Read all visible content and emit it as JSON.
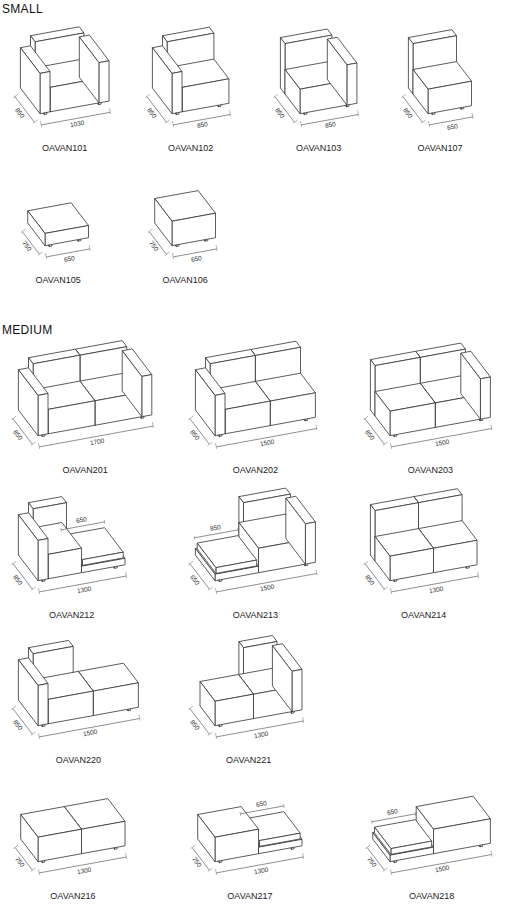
{
  "diagram": {
    "labels": [
      "SMALL",
      "850",
      "1030",
      "OAVAN101",
      "850",
      "850",
      "OAVAN102",
      "850",
      "850",
      "OAVAN103",
      "850",
      "650",
      "OAVAN107",
      "750",
      "650",
      "OAVAN105",
      "750",
      "650",
      "OAVAN106",
      "MEDIUM",
      "850",
      "1700",
      "OAVAN201",
      "850",
      "1500",
      "OAVAN202",
      "850",
      "1500",
      "OAVAN203",
      "850",
      "650",
      "1300",
      "OAVAN212",
      "650",
      "850",
      "1500",
      "OAVAN213",
      "850",
      "1300",
      "OAVAN214",
      "850",
      "1500",
      "OAVAN220",
      "850",
      "1300",
      "OAVAN221",
      "750",
      "1300",
      "OAVAN216",
      "750",
      "650",
      "1300",
      "OAVAN217",
      "750",
      "650",
      "1500",
      "OAVAN218"
    ]
  }
}
